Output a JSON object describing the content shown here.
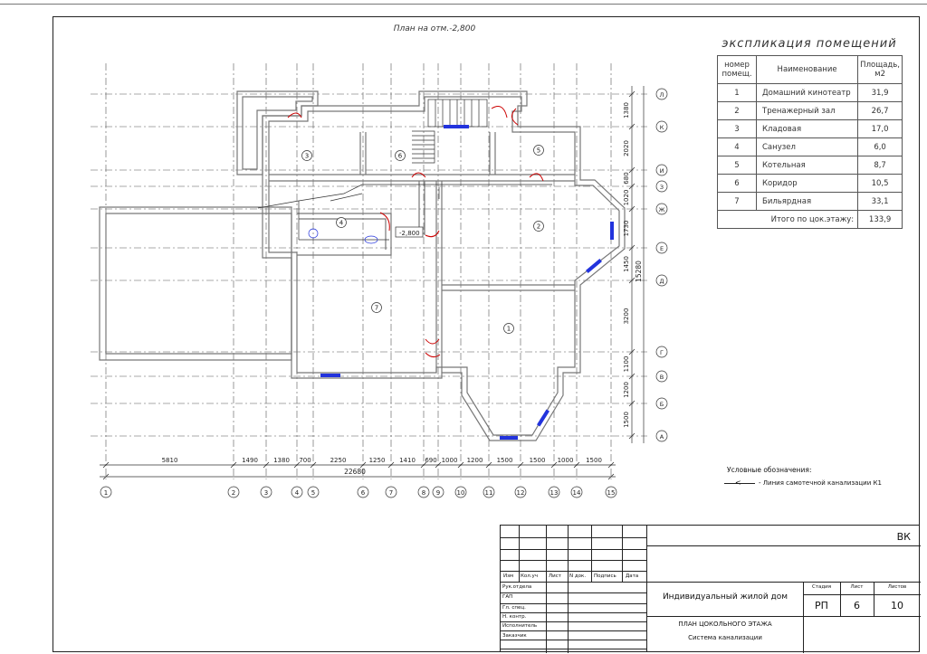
{
  "plan_title": "План на отм.-2,800",
  "grid_axes_letters": [
    "Л",
    "К",
    "И",
    "З",
    "Ж",
    "Е",
    "Д",
    "Г",
    "В",
    "Б",
    "А"
  ],
  "grid_axes_numbers": [
    "1",
    "2",
    "3",
    "4",
    "5",
    "6",
    "7",
    "8",
    "9",
    "10",
    "11",
    "12",
    "13",
    "14",
    "15"
  ],
  "dims_bottom": [
    "5810",
    "1490",
    "1380",
    "700",
    "2250",
    "1250",
    "1410",
    "690",
    "1000",
    "1200",
    "1500",
    "1500",
    "1000",
    "1500"
  ],
  "dim_total": "22680",
  "dims_right": [
    "1380",
    "2020",
    "680",
    "1020",
    "1730",
    "1450",
    "3200",
    "1100",
    "1200",
    "1500"
  ],
  "dim_right_total": "15280",
  "level_mark": "-2,800",
  "room_numbers": [
    "1",
    "2",
    "3",
    "4",
    "5",
    "6",
    "7"
  ],
  "explication": {
    "title": "экспликация помещений",
    "headers": [
      "номер помещ.",
      "Наименование",
      "Площадь, м2"
    ],
    "rows": [
      {
        "num": "1",
        "name": "Домашний кинотеатр",
        "area": "31,9"
      },
      {
        "num": "2",
        "name": "Тренажерный зал",
        "area": "26,7"
      },
      {
        "num": "3",
        "name": "Кладовая",
        "area": "17,0"
      },
      {
        "num": "4",
        "name": "Санузел",
        "area": "6,0"
      },
      {
        "num": "5",
        "name": "Котельная",
        "area": "8,7"
      },
      {
        "num": "6",
        "name": "Коридор",
        "area": "10,5"
      },
      {
        "num": "7",
        "name": "Бильярдная",
        "area": "33,1"
      }
    ],
    "total_label": "Итого по цок.этажу:",
    "total_value": "133,9"
  },
  "legend": {
    "title": "Условные обозначения:",
    "item": "- Линия самотечной канализации К1"
  },
  "title_block": {
    "code": "ВК",
    "header_cols": [
      "Изм",
      "Кол.уч",
      "Лист",
      "N док.",
      "Подпись",
      "Дата"
    ],
    "roles": [
      "Рук.отдела",
      "ГАП",
      "Гл. спец.",
      "Н. контр.",
      "Исполнитель",
      "Заказчик"
    ],
    "project": "Индивидуальный жилой дом",
    "stage_label": "Стадия",
    "sheet_label": "Лист",
    "sheets_label": "Листов",
    "stage": "РП",
    "sheet": "6",
    "sheets": "10",
    "drawing_title": "ПЛАН ЦОКОЛЬНОГО ЭТАЖА",
    "drawing_subtitle": "Система канализации"
  },
  "colors": {
    "wall": "#777777",
    "door": "#cc0000",
    "window": "#2233dd",
    "axis": "#333333"
  }
}
